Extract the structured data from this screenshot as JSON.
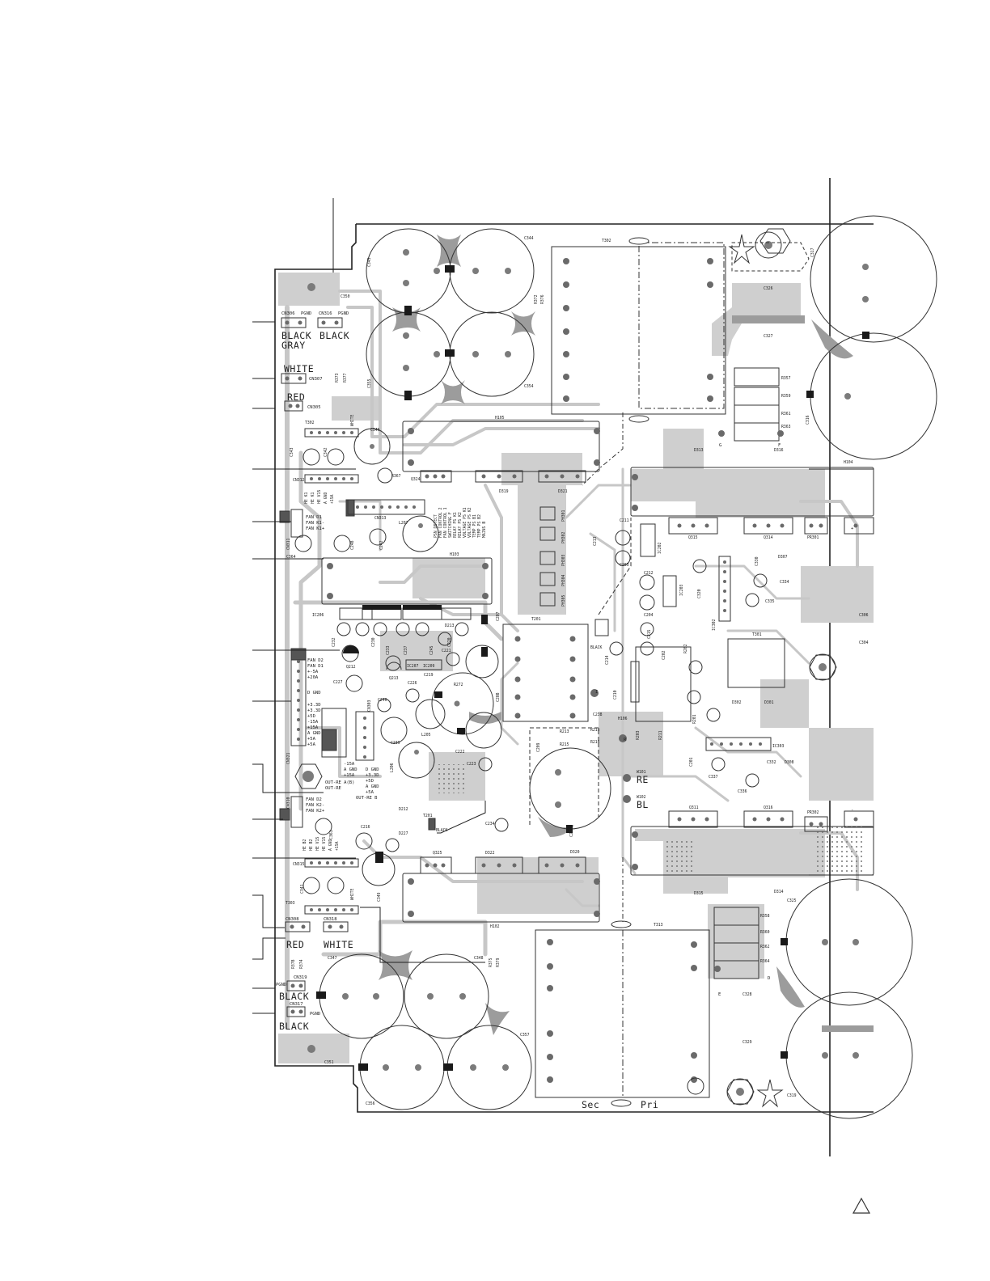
{
  "wire_labels": {
    "cn306": "CN306",
    "cn316": "CN316",
    "pgnd1": "PGND",
    "pgnd2": "PGND",
    "black1": "BLACK",
    "gray": "GRAY",
    "black2": "BLACK",
    "white1": "WHITE",
    "cn307": "CN307",
    "red1": "RED",
    "cn305": "CN305",
    "red2": "RED",
    "white2": "WHITE",
    "cn308": "CN308",
    "cn318": "CN318",
    "black3": "BLACK",
    "cn319": "CN319",
    "pgnd3": "PGND",
    "black4": "BLACK",
    "cn317": "CN317",
    "pgnd4": "PGND",
    "sec": "Sec",
    "pri": "Pri",
    "re": "RE",
    "bl": "BL"
  },
  "designators": {
    "c344": "C344",
    "c345": "C345",
    "c354": "C354",
    "c355": "C355",
    "c350": "C350",
    "t302": "T302",
    "t303": "T303",
    "t313": "T313",
    "r372": "R372",
    "r376": "R376",
    "r373": "R373",
    "r377": "R377",
    "r378": "R378",
    "r374": "R374",
    "r375": "R375",
    "r379": "R379",
    "c317": "C317",
    "c316": "C316",
    "c326": "C326",
    "c327": "C327",
    "r357": "R357",
    "r359": "R359",
    "r361": "R361",
    "r363": "R363",
    "r358": "R358",
    "r360": "R360",
    "r362": "R362",
    "r364": "R364",
    "d313": "D313",
    "d316": "D316",
    "d314": "D314",
    "d315": "D315",
    "h105": "H105",
    "h104": "H104",
    "h103": "H103",
    "h102": "H102",
    "h106": "H106",
    "cn302": "CN302",
    "cn312": "CN312",
    "cn313": "CN313",
    "cn311": "CN311",
    "cn310": "CN310",
    "cn315": "CN315",
    "cn303": "CN303",
    "cn321": "CN321",
    "c346": "C346",
    "c343": "C343",
    "c342": "C342",
    "r367": "R367",
    "q324": "Q324",
    "d319": "D319",
    "d321": "D321",
    "q325": "Q325",
    "d322": "D322",
    "d320": "D320",
    "q315": "Q315",
    "q314": "Q314",
    "q311": "Q311",
    "q316": "Q316",
    "pr301": "PR301",
    "pr302": "PR302",
    "ph301": "PH301",
    "ph302": "PH302",
    "ph303": "PH303",
    "ph304": "PH304",
    "ph305": "PH305",
    "c211": "C211",
    "c213": "C213",
    "c203": "C203",
    "c212": "C212",
    "c204": "C204",
    "c202": "C202",
    "c201": "C201",
    "c205": "C205",
    "c209": "C209",
    "c210": "C210",
    "c214": "C214",
    "c215": "C215",
    "ic202": "IC202",
    "ic203": "IC203",
    "ic206": "IC206",
    "ic207": "IC207",
    "ic209": "IC209",
    "ic302": "IC302",
    "ic303": "IC303",
    "t201": "T201",
    "t301": "T301",
    "r272": "R272",
    "l207": "L207",
    "l205": "L205",
    "l206": "L206",
    "c222": "C222",
    "c223": "C223",
    "c208": "C208",
    "c207": "C207",
    "c234": "C234",
    "c216": "C216",
    "c220": "C220",
    "c221": "C221",
    "c219": "C219",
    "c226": "C226",
    "c227": "C227",
    "c232": "C232",
    "c233": "C233",
    "c237": "C237",
    "c240": "C240",
    "c242": "C242",
    "c245": "C245",
    "c248": "C248",
    "c230": "C230",
    "c238": "C238",
    "c239": "C239",
    "c364": "C364",
    "c361": "C361",
    "c341": "C341",
    "c349": "C349",
    "c348": "C348",
    "c347": "C347",
    "c356": "C356",
    "c357": "C357",
    "c351": "C351",
    "c325": "C325",
    "c319": "C319",
    "c328": "C328",
    "c329": "C329",
    "c330": "C330",
    "c334": "C334",
    "c335": "C335",
    "c320": "C320",
    "c306": "C306",
    "c304": "C304",
    "c332": "C332",
    "c336": "C336",
    "c337": "C337",
    "d307": "D307",
    "d308": "D308",
    "d302": "D302",
    "d301": "D301",
    "d212": "D212",
    "d227": "D227",
    "d213": "D213",
    "q212": "Q212",
    "q213": "Q213",
    "r201": "R201",
    "r202": "R202",
    "r203": "R203",
    "r211": "R211",
    "r213": "R213",
    "r215": "R215",
    "r214": "R214",
    "r216": "R216",
    "w101": "W101",
    "w102": "W102",
    "t201b": "T201"
  },
  "net_labels": {
    "fan_top": [
      "FAN D2",
      "FAN D1",
      "+-5A",
      "+20A"
    ],
    "rails_cn303": [
      "D GND",
      "+3.3D",
      "+3.3D",
      "+5D",
      "-15A",
      "+15A",
      "A GND",
      "+5A",
      "+5A"
    ],
    "out_re": [
      "-15A",
      "A GND",
      "+15A",
      "OUT-RE A(B)",
      "OUT-RE"
    ],
    "d_rails": [
      "D GND",
      "+3.3D",
      "+5D",
      "A GND",
      "+5A",
      "OUT-RE B"
    ],
    "fan_mid": [
      "FAN D1",
      "FAN K1-",
      "FAN K1+"
    ],
    "fan_low": [
      "FAN D2",
      "FAN K2-",
      "FAN K2+"
    ],
    "cn313_nets": [
      "PSN DETECT",
      "FAN CONTROL 2",
      "FAN CONTROL 1",
      "SWITCHING F",
      "RELAY PS K1",
      "RELAY PS K2",
      "VOLTAGE PS K1",
      "VOLTAGE PS K2",
      "TEMP PS B1",
      "TEMP PS B2",
      "MAINS B"
    ],
    "cn315_nets": [
      "HE B2",
      "HE B2",
      "HE V15",
      "HE V15",
      "A GND",
      "+15A"
    ],
    "cn312_nets": [
      "HE K1",
      "HE K1",
      "HE V15",
      "A GND",
      "+15A"
    ],
    "black_tag": "BLACK",
    "letter_g": "G",
    "letter_f": "F",
    "letter_e": "E",
    "letter_d": "D",
    "letter_i": "I",
    "letter_r": "R",
    "plus": "+",
    "minus": "-"
  },
  "colors": {
    "ink": "#1a1a1a",
    "copper": "#cfcfcf",
    "hatch": "#9c9c9c",
    "board": "#ffffff"
  }
}
